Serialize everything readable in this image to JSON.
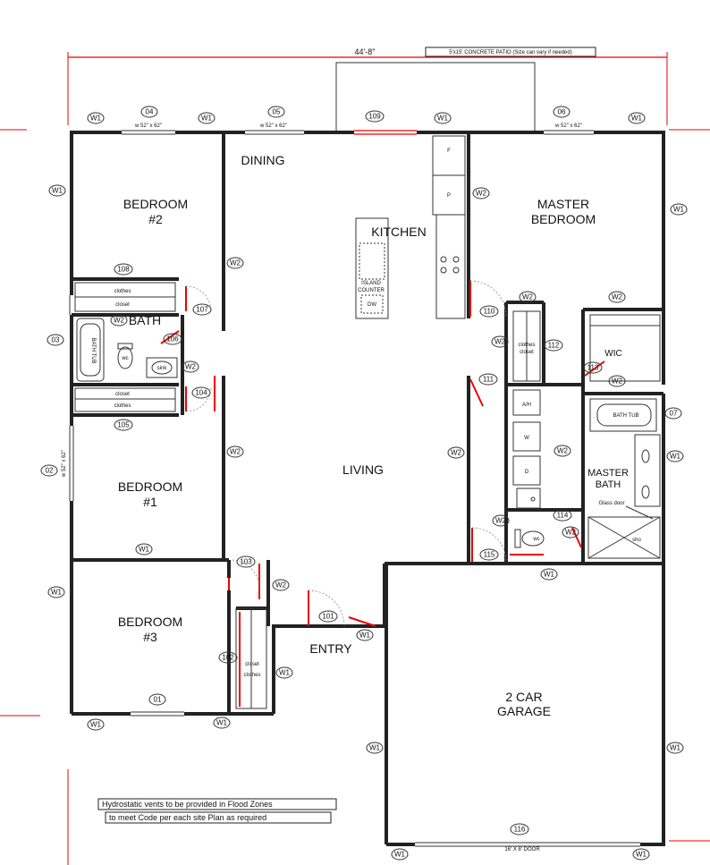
{
  "dimensions": {
    "overall_width": "44'-8\"",
    "patio_note": "5'x15' CONCRETE PATIO (Size can vary if needed)",
    "window_size_a": "w 52\" x 62\"",
    "window_size_b": "w 52\" x 62\"",
    "window_size_c": "w 52\" x 62\"",
    "window_size_d": "w 52\" x 62\"",
    "garage_door_size": "16' X 8' DOOR"
  },
  "rooms": {
    "dining": "DINING",
    "bedroom2_line1": "BEDROOM",
    "bedroom2_line2": "#2",
    "kitchen": "KITCHEN",
    "master_line1": "MASTER",
    "master_line2": "BEDROOM",
    "bath": "BATH",
    "wic": "WIC",
    "living": "LIVING",
    "bedroom1_line1": "BEDROOM",
    "bedroom1_line2": "#1",
    "master_bath_line1": "MASTER",
    "master_bath_line2": "BATH",
    "bedroom3_line1": "BEDROOM",
    "bedroom3_line2": "#3",
    "entry": "ENTRY",
    "garage_line1": "2 CAR",
    "garage_line2": "GARAGE"
  },
  "fixtures": {
    "clothes": "clothes",
    "closet": "closet",
    "bath_tub": "BATH TUB",
    "bath_tub_vertical": "BATH TUB",
    "wc": "wc",
    "sink": "sink",
    "fridge": "F",
    "pantry": "P",
    "island_line1": "ISLAND",
    "island_line2": "COUNTER",
    "dishwasher": "DW",
    "ah": "A/H",
    "washer": "W",
    "dryer": "D",
    "glass_door": "Glass door",
    "shower": "sho",
    "clothes_closet_line1": "clothes",
    "clothes_closet_line2": "closet"
  },
  "tags": {
    "w1": "W1",
    "w2": "W2",
    "d01": "01",
    "d02": "02",
    "d03": "03",
    "d04": "04",
    "d05": "05",
    "d06": "06",
    "d07": "07",
    "d101": "101",
    "d102": "102",
    "d103": "103",
    "d104": "104",
    "d105": "105",
    "d106": "106",
    "d107": "107",
    "d108": "108",
    "d109": "109",
    "d110": "110",
    "d111": "111",
    "d112": "112",
    "d113": "113",
    "d114": "114",
    "d115": "115",
    "d116": "116"
  },
  "notes": {
    "line1": "Hydrostatic vents to be provided in Flood Zones",
    "line2": "to meet Code per each site Plan as required"
  }
}
